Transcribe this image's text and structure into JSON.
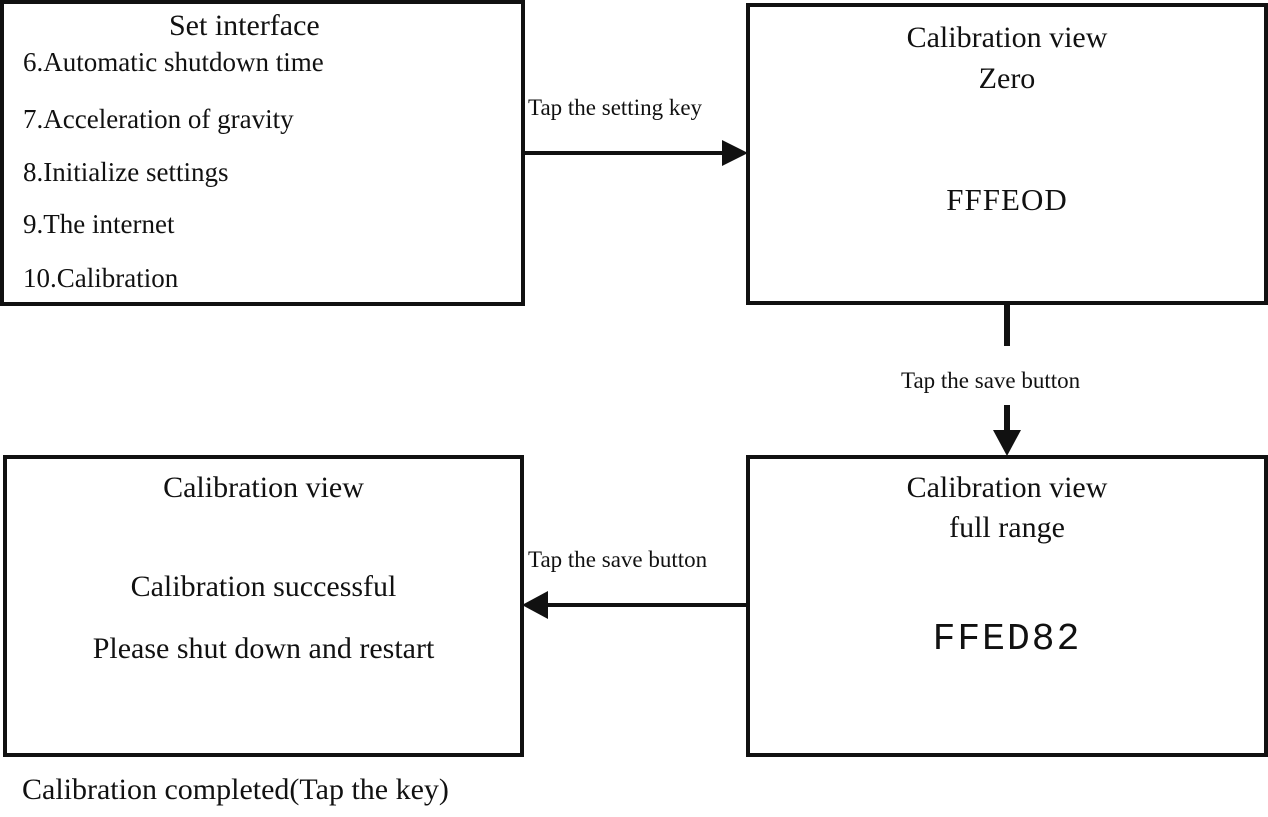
{
  "set_interface": {
    "title": "Set interface",
    "items": [
      "6.Automatic shutdown time",
      "7.Acceleration of gravity",
      "8.Initialize settings",
      "9.The internet",
      "10.Calibration"
    ]
  },
  "calibration_zero": {
    "title": "Calibration view",
    "subtitle": "Zero",
    "value": "FFFEOD"
  },
  "calibration_full": {
    "title": "Calibration view",
    "subtitle": "full range",
    "value": "FFED82"
  },
  "calibration_done": {
    "title": "Calibration view",
    "message1": "Calibration successful",
    "message2": "Please shut down and restart"
  },
  "arrows": {
    "setting_key": "Tap the setting key",
    "save_button_1": "Tap the save button",
    "save_button_2": "Tap the save button"
  },
  "footer": {
    "caption": "Calibration completed(Tap the key)"
  }
}
